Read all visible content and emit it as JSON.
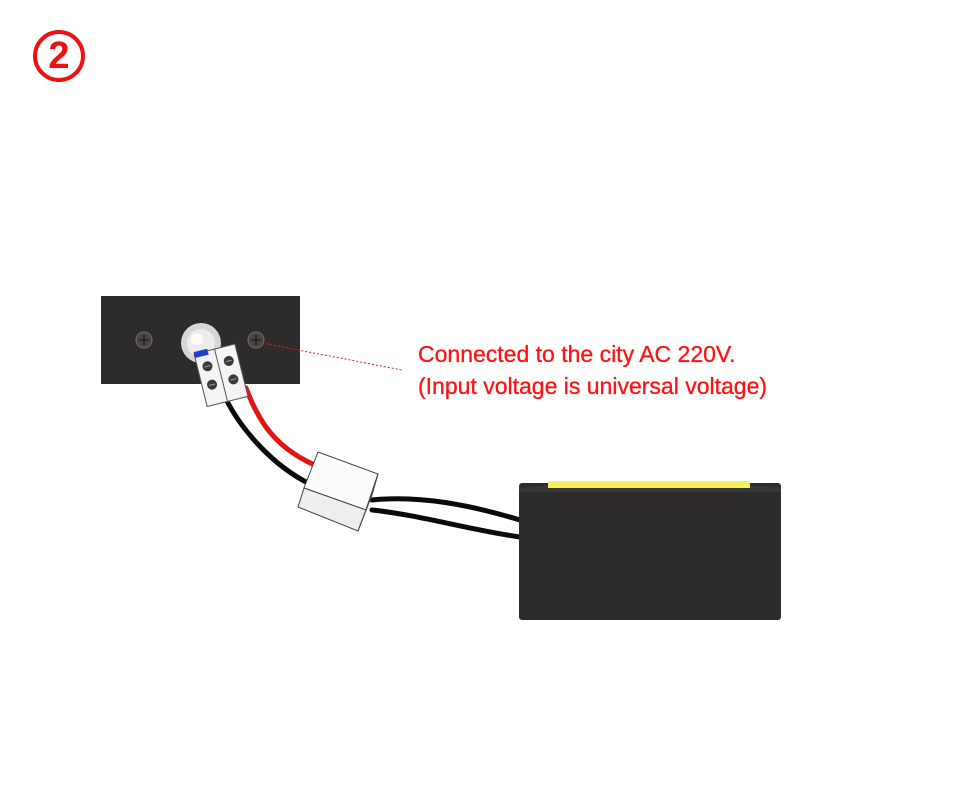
{
  "step": {
    "number": "2"
  },
  "annotation": {
    "line1": "Connected to the city AC 220V.",
    "line2": "(Input voltage is universal voltage)",
    "color": "#ff1111"
  },
  "colors": {
    "panel": "#2e2b2b",
    "wire_positive": "#e21414",
    "wire_negative": "#0a0a0a",
    "led_strip": "#f5ef5a",
    "badge": "#ee1111"
  }
}
